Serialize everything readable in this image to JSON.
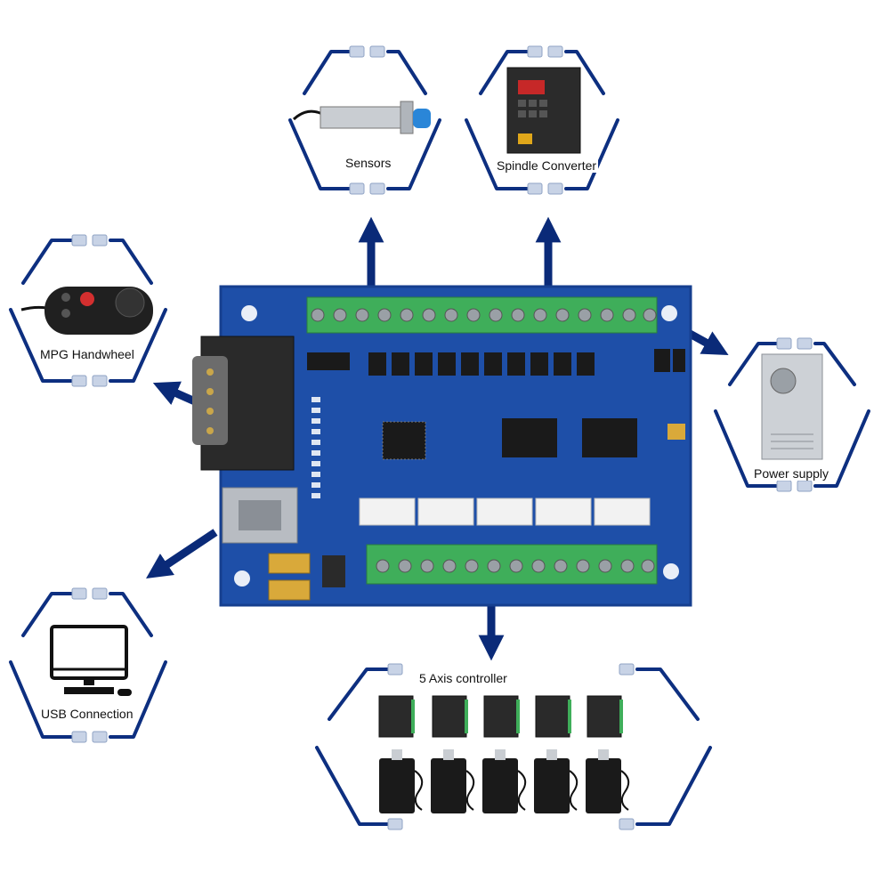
{
  "colors": {
    "frame": "#0d2f80",
    "arrow": "#0a2a78",
    "board": "#1e4fa8",
    "board_edge": "#163f8f",
    "terminal_green": "#3fae5a",
    "connector_white": "#f2f2f2",
    "chip_black": "#1a1a1a"
  },
  "nodes": {
    "sensors": {
      "label": "Sensors",
      "icon": "proximity-sensor-icon"
    },
    "spindle": {
      "label": "Spindle Converter",
      "icon": "vfd-inverter-icon"
    },
    "mpg": {
      "label": "MPG Handwheel",
      "icon": "handwheel-pendant-icon"
    },
    "power": {
      "label": "Power supply",
      "icon": "power-supply-icon"
    },
    "usb": {
      "label": "USB Connection",
      "icon": "computer-monitor-icon"
    },
    "axis": {
      "label": "5 Axis controller",
      "icon": "stepper-driver-motor-icon",
      "count": 5
    }
  },
  "center": {
    "icon": "cnc-controller-board-icon"
  }
}
